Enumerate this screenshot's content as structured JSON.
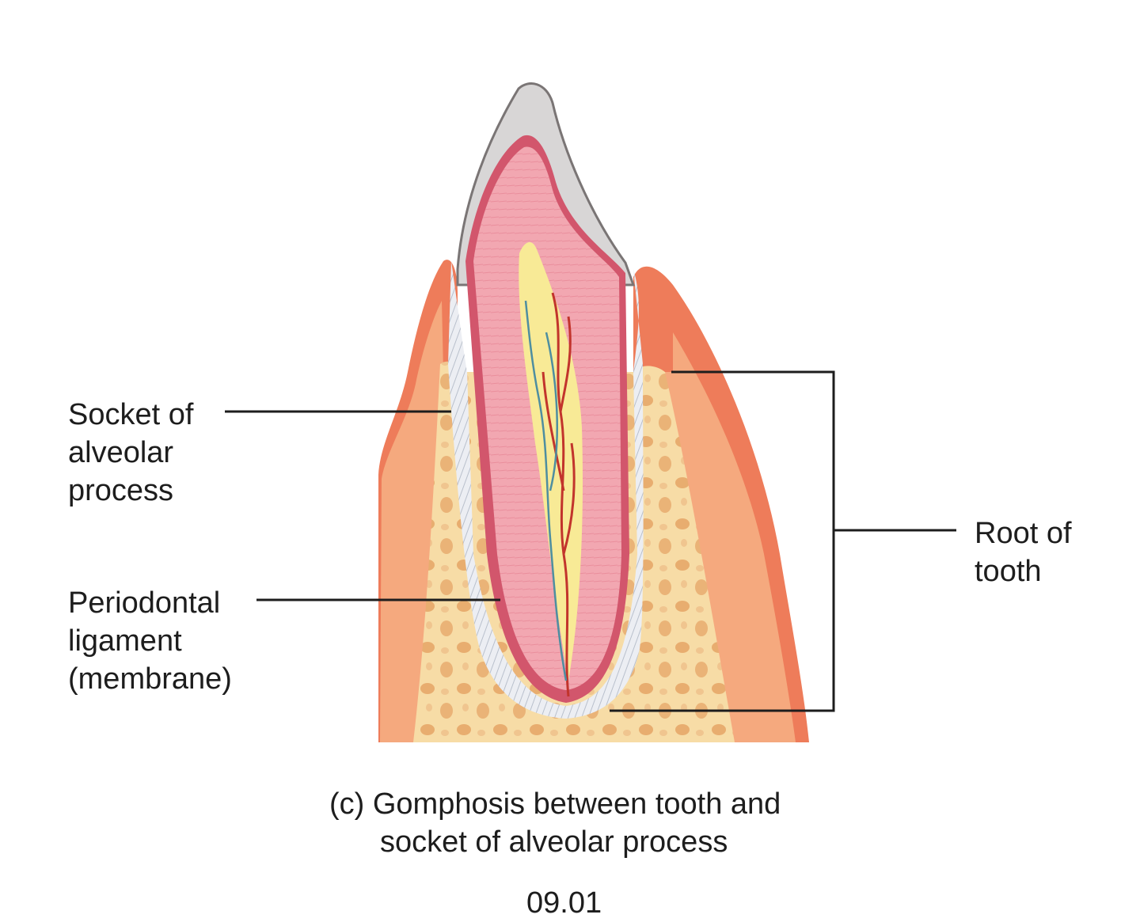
{
  "labels": {
    "socket": [
      "Socket of",
      "alveolar",
      "process"
    ],
    "periodontal": [
      "Periodontal",
      "ligament",
      "(membrane)"
    ],
    "root": [
      "Root of",
      "tooth"
    ]
  },
  "caption": {
    "line1": "(c) Gomphosis between tooth and",
    "line2": "socket of alveolar process"
  },
  "figure_number": "09.01",
  "colors": {
    "gum": "#ee7c5a",
    "gum_inner": "#f5a97e",
    "bone": "#f7dca6",
    "bone_pores": "#eab377",
    "enamel": "#d8d6d6",
    "dentin": "#f2a2ad",
    "pulp": "#f8ea96",
    "artery": "#c2342c",
    "vein": "#4e8ea0",
    "leader_line": "#1d1d1d"
  }
}
